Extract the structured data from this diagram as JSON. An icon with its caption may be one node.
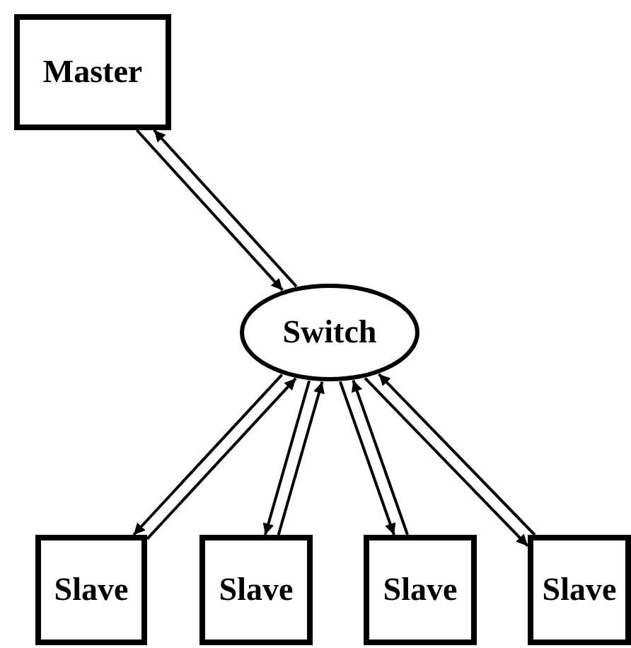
{
  "diagram": {
    "nodes": [
      {
        "text": [
          "Master"
        ]
      },
      {
        "text": [
          "Switch"
        ]
      },
      {
        "text": [
          "Slave"
        ]
      },
      {
        "text": [
          "Slave"
        ]
      },
      {
        "text": [
          "Slave"
        ]
      },
      {
        "text": [
          "Slave"
        ]
      }
    ],
    "edges": [
      {
        "from": 0,
        "to": 1,
        "arrow": "to"
      },
      {
        "from": 1,
        "to": 0,
        "arrow": "to"
      },
      {
        "from": 1,
        "to": 2,
        "arrow": "to"
      },
      {
        "from": 2,
        "to": 1,
        "arrow": "to"
      },
      {
        "from": 1,
        "to": 3,
        "arrow": "to"
      },
      {
        "from": 3,
        "to": 1,
        "arrow": "to"
      },
      {
        "from": 1,
        "to": 4,
        "arrow": "to"
      },
      {
        "from": 4,
        "to": 1,
        "arrow": "to"
      },
      {
        "from": 1,
        "to": 5,
        "arrow": "to"
      },
      {
        "from": 5,
        "to": 1,
        "arrow": "to"
      }
    ]
  }
}
